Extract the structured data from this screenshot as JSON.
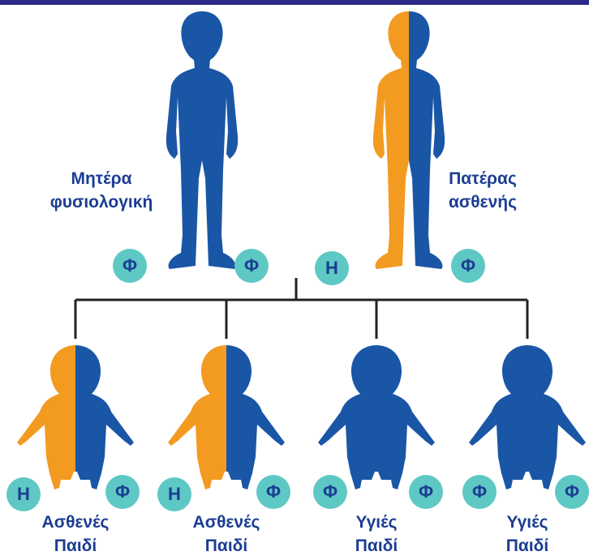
{
  "colors": {
    "healthy": "#1a56a6",
    "affected": "#f39a21",
    "allele_badge": "#5ec8c4",
    "text": "#1b3d92",
    "line": "#222222",
    "top_bar": "#2a2a86"
  },
  "parents": {
    "mother": {
      "line1": "Μητέρα",
      "line2": "φυσιολογική",
      "allele_left": "Φ",
      "allele_right": "Φ"
    },
    "father": {
      "line1": "Πατέρας",
      "line2": "ασθενής",
      "allele_left": "Η",
      "allele_right": "Φ"
    }
  },
  "children": [
    {
      "line1": "Ασθενές",
      "line2": "Παιδί",
      "allele_left": "Η",
      "allele_right": "Φ",
      "affected": true
    },
    {
      "line1": "Ασθενές",
      "line2": "Παιδί",
      "allele_left": "Η",
      "allele_right": "Φ",
      "affected": true
    },
    {
      "line1": "Υγιές",
      "line2": "Παιδί",
      "allele_left": "Φ",
      "allele_right": "Φ",
      "affected": false
    },
    {
      "line1": "Υγιές",
      "line2": "Παιδί",
      "allele_left": "Φ",
      "allele_right": "Φ",
      "affected": false
    }
  ]
}
